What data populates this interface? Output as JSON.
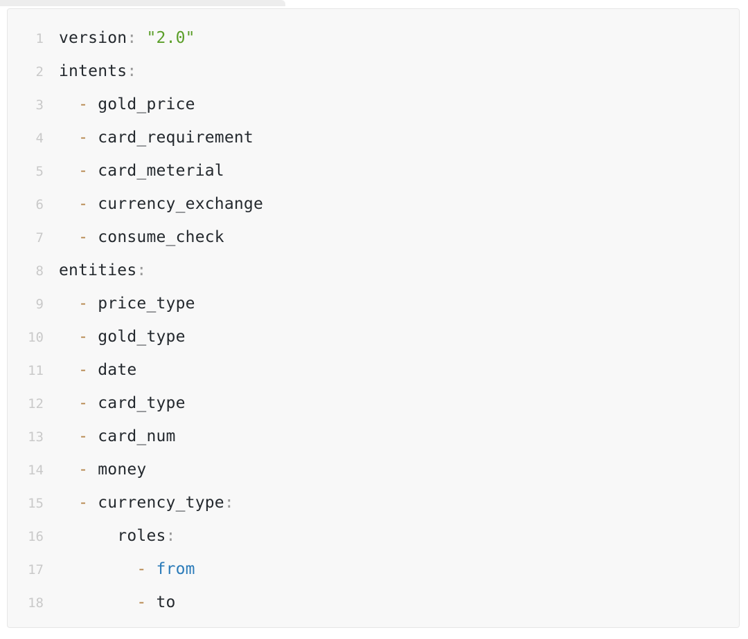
{
  "window": {
    "header_strip_visible": true,
    "header_strip_color": "#ededed"
  },
  "code_block": {
    "language": "yaml",
    "background": "#f8f8f8",
    "border_color": "#e6e6e6",
    "gutter_color": "#c9c9c9",
    "text_color": "#24292e",
    "total_lines": 18,
    "colors": {
      "key": "#24292e",
      "punctuation": "#9a9a9a",
      "dash": "#b5854a",
      "string": "#5a9e28",
      "keyword": "#2b7bb9"
    },
    "lines": [
      {
        "number": "1",
        "indent": "",
        "tokens": [
          {
            "text": "version",
            "type": "key"
          },
          {
            "text": ":",
            "type": "punc"
          },
          {
            "text": " ",
            "type": "plain"
          },
          {
            "text": "\"2.0\"",
            "type": "string"
          }
        ]
      },
      {
        "number": "2",
        "indent": "",
        "tokens": [
          {
            "text": "intents",
            "type": "key"
          },
          {
            "text": ":",
            "type": "punc"
          }
        ]
      },
      {
        "number": "3",
        "indent": "  ",
        "tokens": [
          {
            "text": "-",
            "type": "dash"
          },
          {
            "text": " gold_price",
            "type": "plain"
          }
        ]
      },
      {
        "number": "4",
        "indent": "  ",
        "tokens": [
          {
            "text": "-",
            "type": "dash"
          },
          {
            "text": " card_requirement",
            "type": "plain"
          }
        ]
      },
      {
        "number": "5",
        "indent": "  ",
        "tokens": [
          {
            "text": "-",
            "type": "dash"
          },
          {
            "text": " card_meterial",
            "type": "plain"
          }
        ]
      },
      {
        "number": "6",
        "indent": "  ",
        "tokens": [
          {
            "text": "-",
            "type": "dash"
          },
          {
            "text": " currency_exchange",
            "type": "plain"
          }
        ]
      },
      {
        "number": "7",
        "indent": "  ",
        "tokens": [
          {
            "text": "-",
            "type": "dash"
          },
          {
            "text": " consume_check",
            "type": "plain"
          }
        ]
      },
      {
        "number": "8",
        "indent": "",
        "tokens": [
          {
            "text": "entities",
            "type": "key"
          },
          {
            "text": ":",
            "type": "punc"
          }
        ]
      },
      {
        "number": "9",
        "indent": "  ",
        "tokens": [
          {
            "text": "-",
            "type": "dash"
          },
          {
            "text": " price_type",
            "type": "plain"
          }
        ]
      },
      {
        "number": "10",
        "indent": "  ",
        "tokens": [
          {
            "text": "-",
            "type": "dash"
          },
          {
            "text": " gold_type",
            "type": "plain"
          }
        ]
      },
      {
        "number": "11",
        "indent": "  ",
        "tokens": [
          {
            "text": "-",
            "type": "dash"
          },
          {
            "text": " date",
            "type": "plain"
          }
        ]
      },
      {
        "number": "12",
        "indent": "  ",
        "tokens": [
          {
            "text": "-",
            "type": "dash"
          },
          {
            "text": " card_type",
            "type": "plain"
          }
        ]
      },
      {
        "number": "13",
        "indent": "  ",
        "tokens": [
          {
            "text": "-",
            "type": "dash"
          },
          {
            "text": " card_num",
            "type": "plain"
          }
        ]
      },
      {
        "number": "14",
        "indent": "  ",
        "tokens": [
          {
            "text": "-",
            "type": "dash"
          },
          {
            "text": " money",
            "type": "plain"
          }
        ]
      },
      {
        "number": "15",
        "indent": "  ",
        "tokens": [
          {
            "text": "-",
            "type": "dash"
          },
          {
            "text": " currency_type",
            "type": "key"
          },
          {
            "text": ":",
            "type": "punc"
          }
        ]
      },
      {
        "number": "16",
        "indent": "      ",
        "tokens": [
          {
            "text": "roles",
            "type": "key"
          },
          {
            "text": ":",
            "type": "punc"
          }
        ]
      },
      {
        "number": "17",
        "indent": "        ",
        "tokens": [
          {
            "text": "-",
            "type": "dash"
          },
          {
            "text": " ",
            "type": "plain"
          },
          {
            "text": "from",
            "type": "kw"
          }
        ]
      },
      {
        "number": "18",
        "indent": "        ",
        "tokens": [
          {
            "text": "-",
            "type": "dash"
          },
          {
            "text": " to",
            "type": "plain"
          }
        ]
      }
    ]
  }
}
